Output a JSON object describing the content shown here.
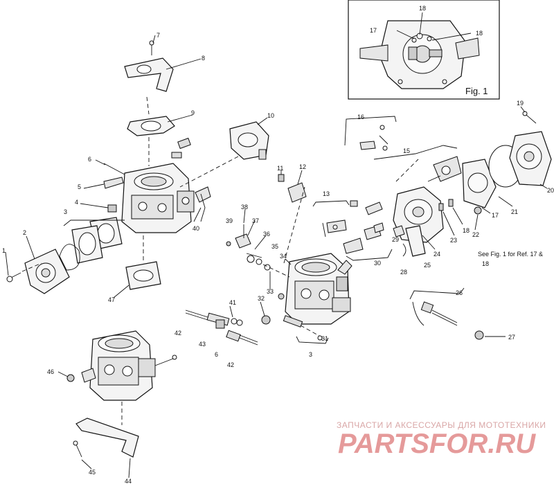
{
  "figure": {
    "inset_label": "Fig. 1",
    "note": "See Fig. 1 for Ref. 17 &",
    "note_line2": "18"
  },
  "callouts": [
    "1",
    "2",
    "3",
    "4",
    "5",
    "6",
    "7",
    "8",
    "9",
    "10",
    "11",
    "12",
    "13",
    "15",
    "16",
    "17",
    "18",
    "19",
    "20",
    "21",
    "22",
    "23",
    "24",
    "25",
    "26",
    "27",
    "28",
    "29",
    "30",
    "31",
    "32",
    "33",
    "34",
    "35",
    "36",
    "37",
    "38",
    "39",
    "40",
    "41",
    "42",
    "43",
    "44",
    "45",
    "46",
    "47"
  ],
  "labels": {
    "c1": "1",
    "c2": "2",
    "c3": "3",
    "c4": "4",
    "c5": "5",
    "c6": "6",
    "c6b": "6",
    "c7": "7",
    "c8": "8",
    "c9": "9",
    "c10": "10",
    "c11": "11",
    "c12": "12",
    "c13": "13",
    "c15": "15",
    "c16": "16",
    "c17a": "17",
    "c17b": "17",
    "c18a": "18",
    "c18b": "18",
    "c18c": "18",
    "c19": "19",
    "c20": "20",
    "c21": "21",
    "c22": "22",
    "c23": "23",
    "c24": "24",
    "c25": "25",
    "c26": "26",
    "c27": "27",
    "c28": "28",
    "c29": "29",
    "c30": "30",
    "c31": "31",
    "c32": "32",
    "c33": "33",
    "c34": "34",
    "c35": "35",
    "c36": "36",
    "c37": "37",
    "c38": "38",
    "c39": "39",
    "c40": "40",
    "c41": "41",
    "c42a": "42",
    "c42b": "42",
    "c43": "43",
    "c44": "44",
    "c45": "45",
    "c46": "46",
    "c47": "47",
    "c3b": "3"
  },
  "watermark": {
    "top_text": "ЗАПЧАСТИ И АКСЕССУАРЫ ДЛЯ МОТОТЕХНИКИ",
    "logo_text": "PARTSFOR.RU"
  }
}
